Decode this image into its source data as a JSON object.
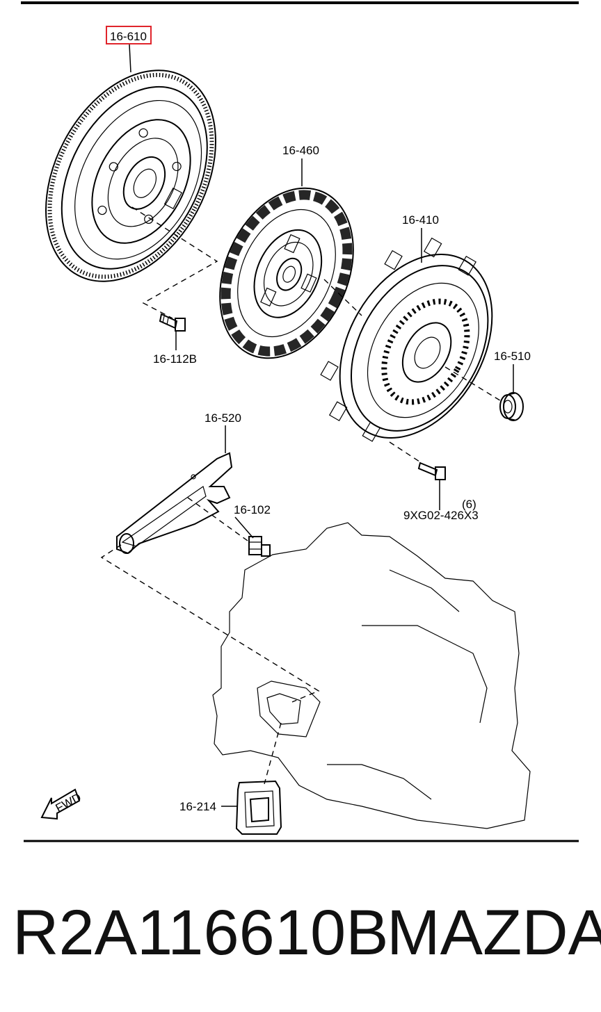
{
  "diagram": {
    "callouts": {
      "flywheel": "16-610",
      "clutch_disc": "16-460",
      "clutch_cover": "16-410",
      "release_bearing": "16-510",
      "release_fork": "16-520",
      "pivot_bolt": "16-102",
      "flywheel_bolt": "16-112B",
      "cover_bolt_qty": "(6)",
      "cover_bolt": "9XG02-426X3",
      "boot": "16-214"
    },
    "fwd_label": "FWD",
    "highlight_color": "#e0242b"
  },
  "caption": {
    "part_number": "R2A116610B",
    "brand": "MAZDA"
  }
}
